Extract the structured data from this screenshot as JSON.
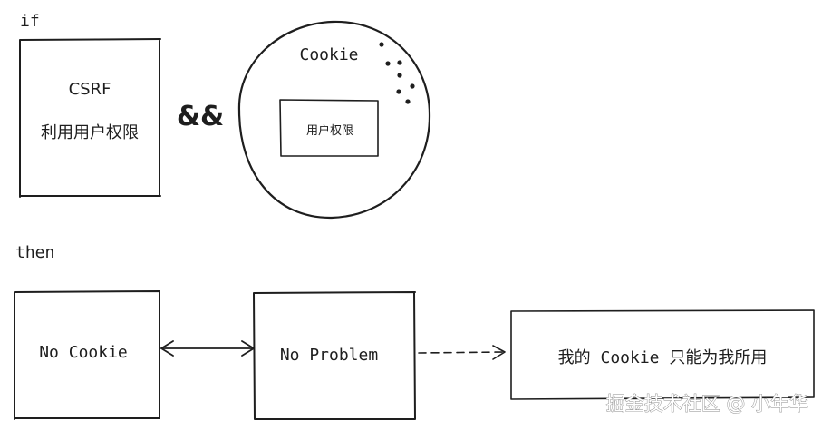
{
  "labels": {
    "if": "if",
    "then": "then",
    "and_op": "&&"
  },
  "csrf_box": {
    "title": "CSRF",
    "subtitle": "利用用户权限"
  },
  "cookie_circle": {
    "title": "Cookie",
    "inner_box": "用户权限",
    "dots": 7
  },
  "bottom_row": {
    "no_cookie": "No Cookie",
    "no_problem": "No Problem",
    "result": "我的 Cookie 只能为我所用"
  },
  "watermark": "掘金技术社区 @ 小年华",
  "colors": {
    "stroke": "#1e1e1e",
    "background": "#ffffff",
    "watermark_outline": "#8a8a8a"
  }
}
